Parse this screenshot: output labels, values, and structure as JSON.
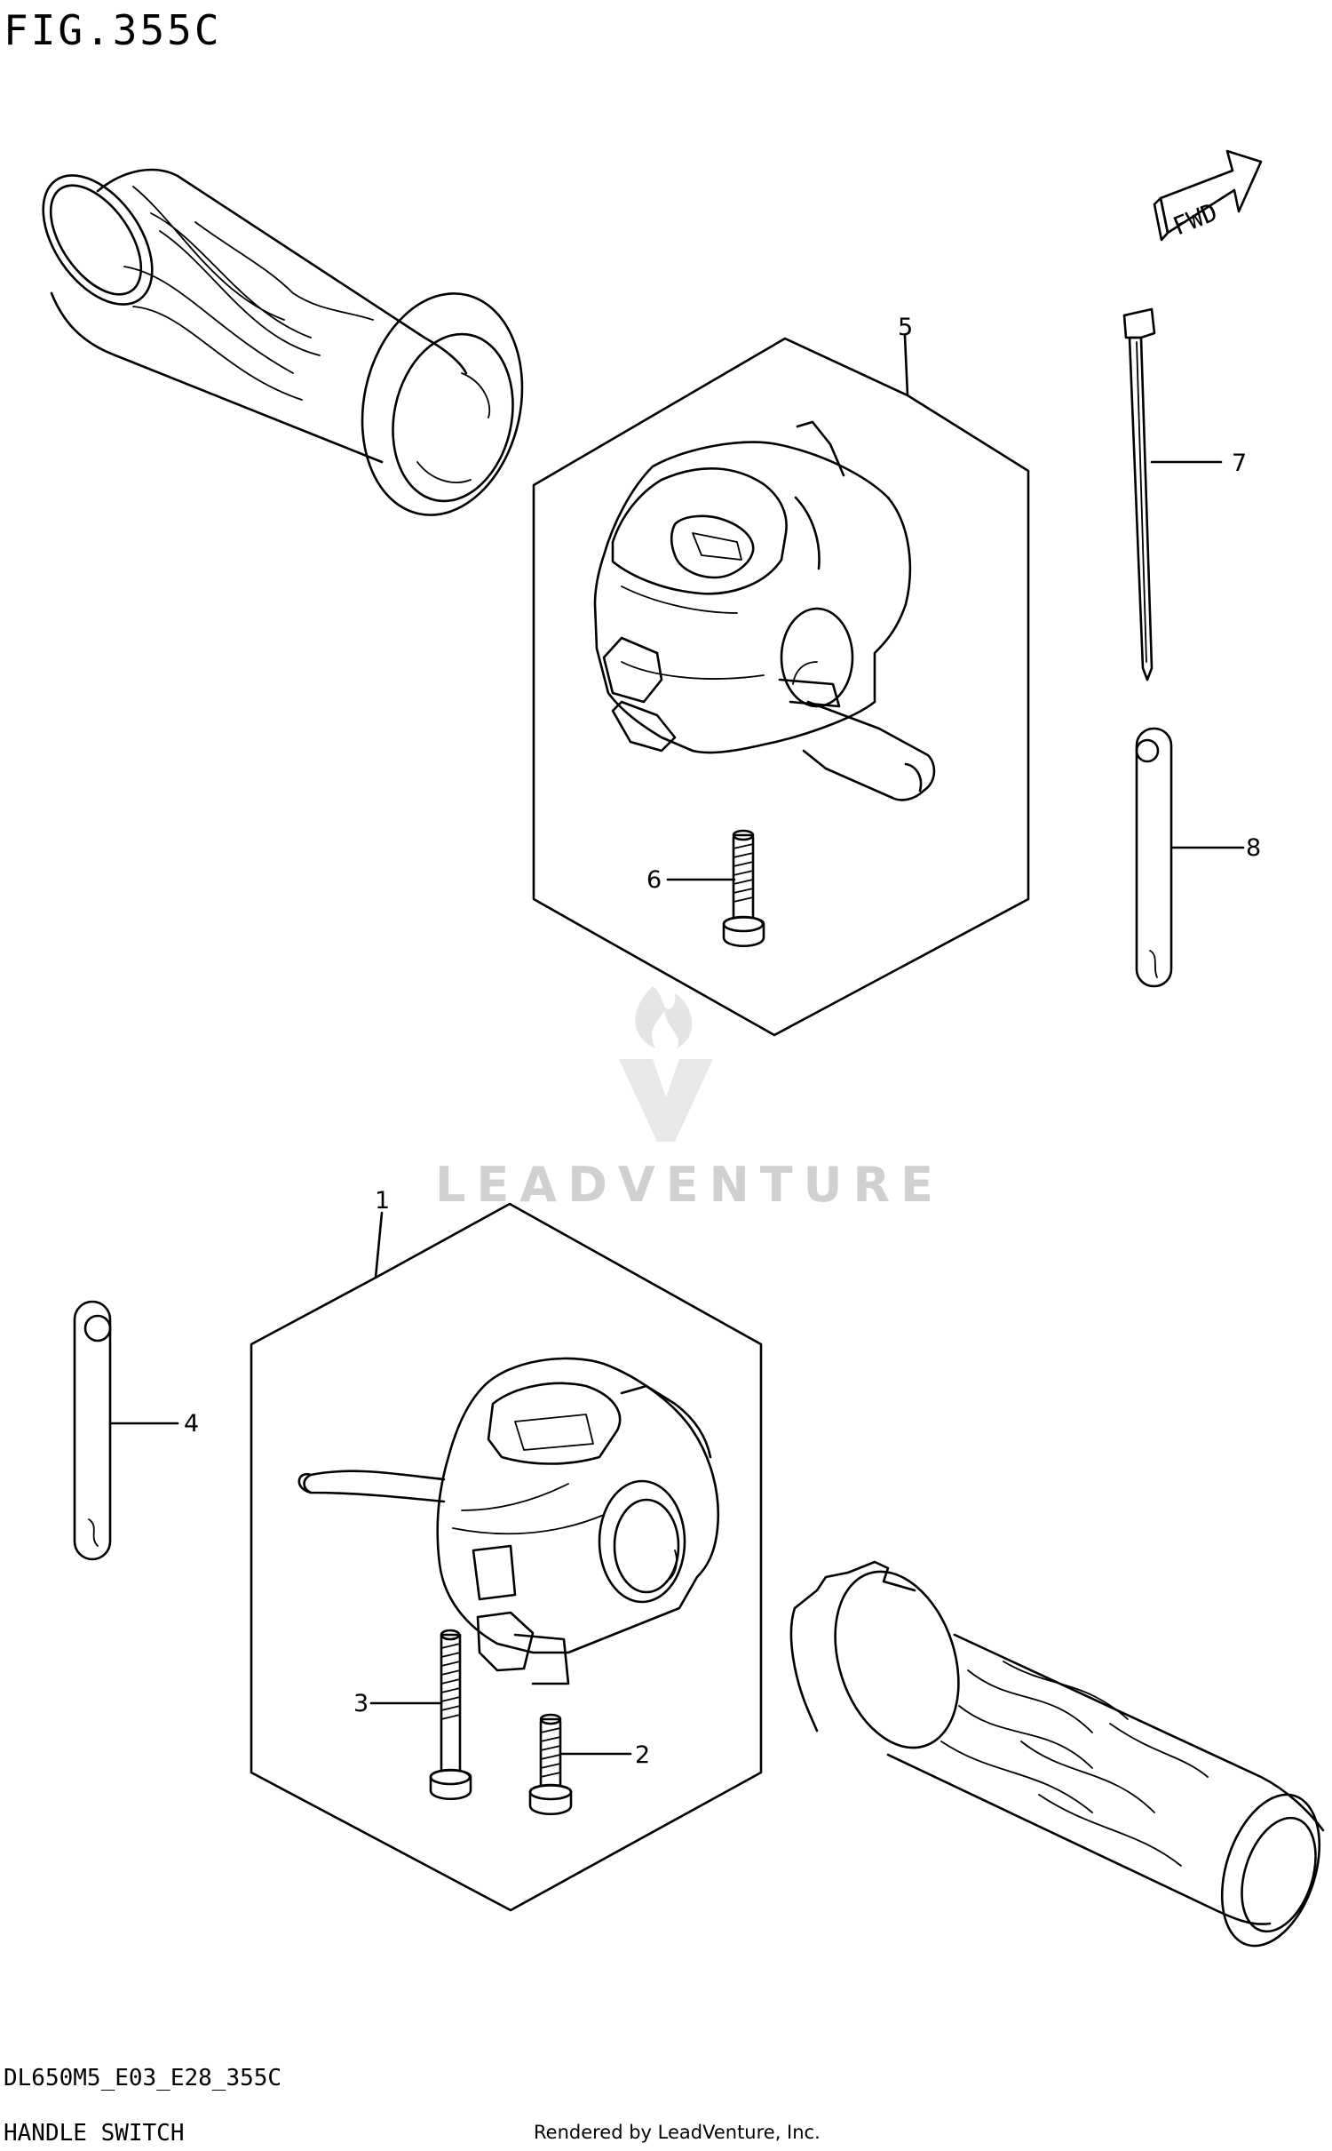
{
  "header": {
    "figure_title": "FIG.355C"
  },
  "badge": {
    "direction_label": "FWD",
    "icon": "forward-arrow-icon"
  },
  "callouts": {
    "c1": "1",
    "c2": "2",
    "c3": "3",
    "c4": "4",
    "c5": "5",
    "c6": "6",
    "c7": "7",
    "c8": "8"
  },
  "watermark": {
    "text": "LEADVENTURE",
    "icon": "leadventure-flame-logo"
  },
  "footer": {
    "model_code": "DL650M5_E03_E28_355C",
    "section_name": "HANDLE SWITCH",
    "credit": "Rendered by LeadVenture, Inc."
  }
}
